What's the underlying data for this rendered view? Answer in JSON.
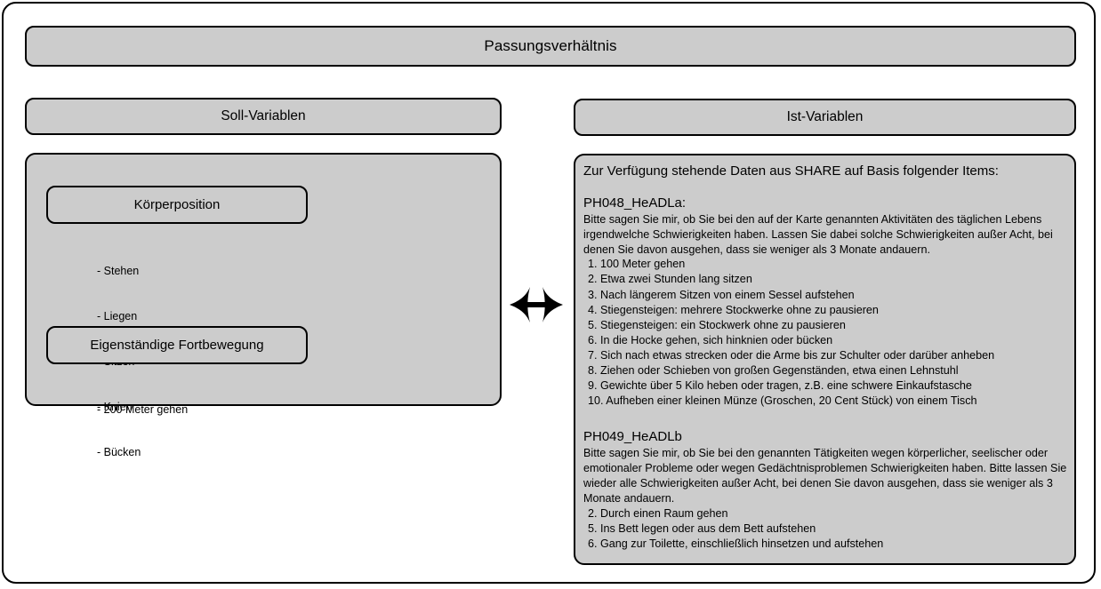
{
  "diagram": {
    "title": "Passungsverhältnis",
    "connector_icon": "double-headed-arrow-icon",
    "colors": {
      "box_fill": "#cccccc",
      "box_stroke": "#000000",
      "background": "#ffffff",
      "text": "#000000"
    }
  },
  "left_column": {
    "header": "Soll-Variablen",
    "groups": [
      {
        "title": "Körperposition",
        "items": [
          "- Stehen",
          "- Liegen",
          "- Sitzen",
          "- Knien",
          "- Bücken"
        ]
      },
      {
        "title": "Eigenständige Fortbewegung",
        "items": [
          "- 200 Meter gehen"
        ]
      }
    ]
  },
  "right_column": {
    "header": "Ist-Variablen",
    "panel_heading": "Zur Verfügung stehende Daten aus SHARE auf Basis folgender Items:",
    "blocks": [
      {
        "code": "PH048_HeADLa:",
        "intro": "Bitte sagen Sie mir, ob Sie bei den auf der Karte genannten Aktivitäten des täglichen Lebens irgendwelche Schwierigkeiten haben. Lassen Sie dabei solche Schwierigkeiten außer Acht, bei denen Sie davon ausgehen, dass sie weniger als 3 Monate andauern.",
        "items": [
          "1. 100 Meter gehen",
          "2. Etwa zwei Stunden lang sitzen",
          "3. Nach längerem Sitzen von einem Sessel aufstehen",
          "4. Stiegensteigen: mehrere Stockwerke ohne zu pausieren",
          "5. Stiegensteigen: ein Stockwerk ohne zu pausieren",
          "6. In die Hocke gehen, sich hinknien oder bücken",
          "7. Sich nach etwas strecken oder die Arme bis zur Schulter oder darüber anheben",
          "8. Ziehen oder Schieben von großen Gegenständen, etwa einen Lehnstuhl",
          "9. Gewichte über 5 Kilo heben oder tragen, z.B. eine schwere Einkaufstasche",
          "10. Aufheben einer kleinen Münze (Groschen, 20 Cent Stück) von einem Tisch"
        ]
      },
      {
        "code": "PH049_HeADLb",
        "intro": "Bitte sagen Sie mir, ob Sie bei den genannten Tätigkeiten wegen körperlicher, seelischer oder emotionaler Probleme oder wegen Gedächtnisproblemen Schwierigkeiten haben. Bitte lassen Sie wieder alle Schwierigkeiten außer Acht, bei denen Sie davon ausgehen, dass sie weniger als 3 Monate andauern.",
        "items": [
          "2. Durch einen Raum gehen",
          "5. Ins Bett legen oder aus dem Bett aufstehen",
          "6. Gang zur Toilette, einschließlich hinsetzen und aufstehen"
        ]
      }
    ]
  }
}
